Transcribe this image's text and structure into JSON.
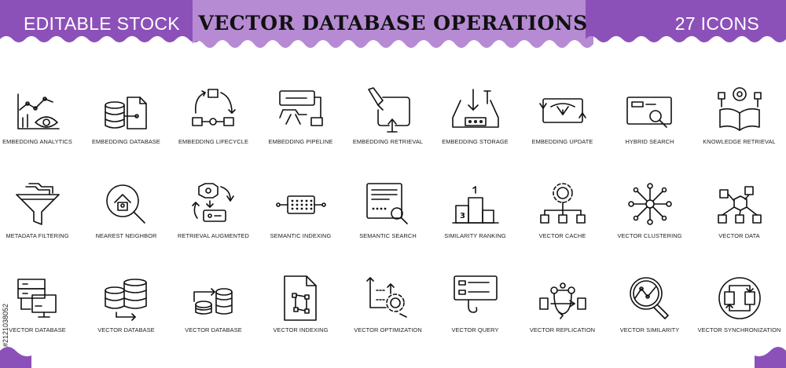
{
  "banner": {
    "left_label": "EDITABLE STOCK",
    "title": "VECTOR DATABASE OPERATIONS",
    "right_label": "27 ICONS",
    "color_dark": "#8c51b8",
    "color_light": "#b68bd4"
  },
  "stock_id": "#2121038052",
  "icons": [
    {
      "label": "EMBEDDING ANALYTICS",
      "icon": "analytics-eye-icon"
    },
    {
      "label": "EMBEDDING DATABASE",
      "icon": "database-document-icon"
    },
    {
      "label": "EMBEDDING LIFECYCLE",
      "icon": "lifecycle-icon"
    },
    {
      "label": "EMBEDDING PIPELINE",
      "icon": "pipeline-icon"
    },
    {
      "label": "EMBEDDING RETRIEVAL",
      "icon": "retrieval-hand-icon"
    },
    {
      "label": "EMBEDDING STORAGE",
      "icon": "storage-tray-icon"
    },
    {
      "label": "EMBEDDING UPDATE",
      "icon": "update-icon"
    },
    {
      "label": "HYBRID SEARCH",
      "icon": "hybrid-search-icon"
    },
    {
      "label": "KNOWLEDGE RETRIEVAL",
      "icon": "knowledge-book-icon"
    },
    {
      "label": "METADATA FILTERING",
      "icon": "funnel-icon"
    },
    {
      "label": "NEAREST NEIGHBOR",
      "icon": "nearest-neighbor-icon"
    },
    {
      "label": "RETRIEVAL AUGMENTED",
      "icon": "retrieval-augmented-icon"
    },
    {
      "label": "SEMANTIC INDEXING",
      "icon": "chip-icon"
    },
    {
      "label": "SEMANTIC SEARCH",
      "icon": "semantic-search-icon"
    },
    {
      "label": "SIMILARITY RANKING",
      "icon": "podium-icon"
    },
    {
      "label": "VECTOR CACHE",
      "icon": "gear-network-icon"
    },
    {
      "label": "VECTOR CLUSTERING",
      "icon": "cluster-icon"
    },
    {
      "label": "VECTOR DATA",
      "icon": "vector-data-icon"
    },
    {
      "label": "VECTOR DATABASE",
      "icon": "server-monitor-icon"
    },
    {
      "label": "VECTOR DATABASE",
      "icon": "database-stack-icon"
    },
    {
      "label": "VECTOR DATABASE",
      "icon": "database-arrow-icon"
    },
    {
      "label": "VECTOR INDEXING",
      "icon": "indexing-document-icon"
    },
    {
      "label": "VECTOR OPTIMIZATION",
      "icon": "optimization-icon"
    },
    {
      "label": "VECTOR QUERY",
      "icon": "query-hook-icon"
    },
    {
      "label": "VECTOR REPLICATION",
      "icon": "replication-icon"
    },
    {
      "label": "VECTOR SIMILARITY",
      "icon": "similarity-magnifier-icon"
    },
    {
      "label": "VECTOR SYNCHRONIZATION",
      "icon": "synchronization-icon"
    }
  ]
}
